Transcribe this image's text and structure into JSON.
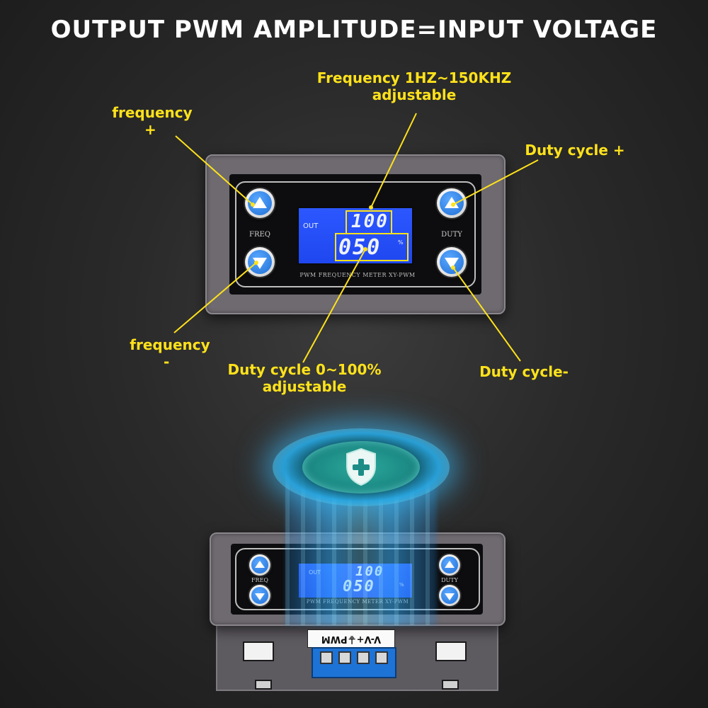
{
  "headline": "OUTPUT PWM AMPLITUDE=INPUT VOLTAGE",
  "callouts": {
    "freq_range": [
      "Frequency 1HZ~150KHZ",
      "adjustable"
    ],
    "freq_plus": [
      "frequency",
      "+"
    ],
    "freq_minus": [
      "frequency",
      "-"
    ],
    "duty_plus": "Duty cycle +",
    "duty_minus": "Duty cycle-",
    "duty_range": [
      "Duty cycle 0~100%",
      "adjustable"
    ]
  },
  "device": {
    "left_button_label": "FREQ",
    "right_button_label": "DUTY",
    "lcd_out_label": "OUT",
    "frequency_reading": "100",
    "duty_reading": "050",
    "duty_unit": "%",
    "model_text": "PWM FREQUENCY METER XY-PWM"
  },
  "terminal_label": "V-V+⏚PWM",
  "colors": {
    "callout_yellow": "#ffe21a",
    "lcd_blue": "#2c57ff",
    "button_blue": "#1f6fd6",
    "glow_cyan": "#3cbeff"
  },
  "icons": [
    "shield-plus-icon",
    "up-arrow-icon",
    "down-arrow-icon"
  ]
}
